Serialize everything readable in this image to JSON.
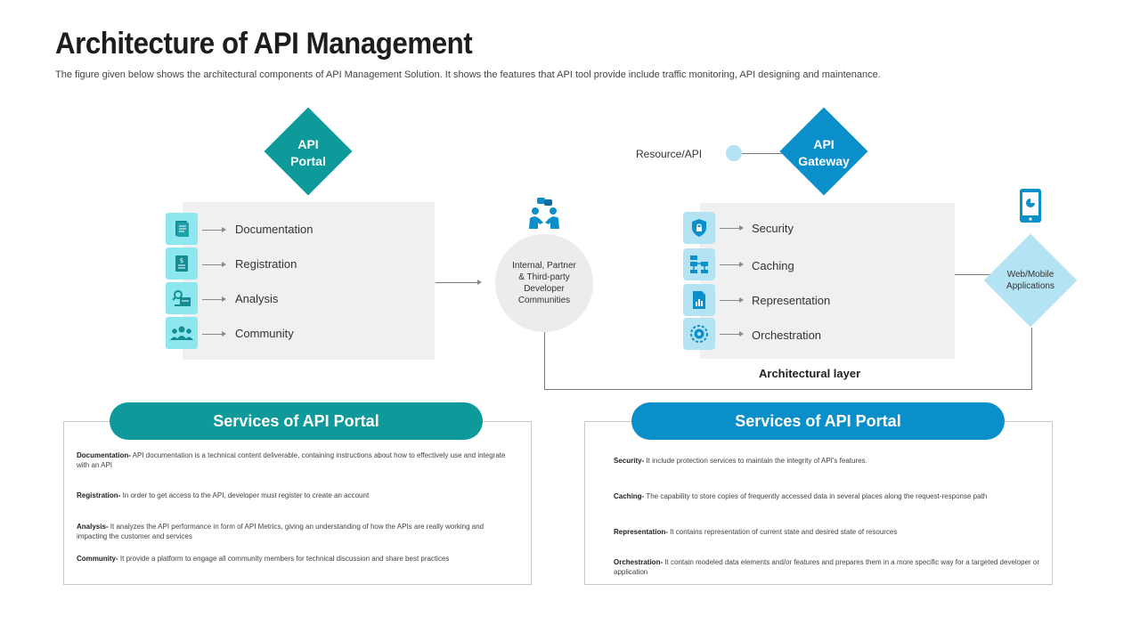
{
  "title": "Architecture of API Management",
  "subtitle": "The figure given below shows the architectural components of API Management Solution. It shows the features that API tool provide include traffic monitoring, API designing and maintenance.",
  "colors": {
    "teal": "#0e9a9a",
    "blue": "#0a8fca",
    "light_teal": "#8ee6ee",
    "light_blue": "#b4e3f3",
    "panel": "#f0f0f0"
  },
  "portal": {
    "diamond_label_1": "API",
    "diamond_label_2": "Portal",
    "items": [
      {
        "label": "Documentation",
        "icon": "document-icon"
      },
      {
        "label": "Registration",
        "icon": "registration-icon"
      },
      {
        "label": "Analysis",
        "icon": "analysis-icon"
      },
      {
        "label": "Community",
        "icon": "community-icon"
      }
    ]
  },
  "center": {
    "icon": "developers-chat-icon",
    "label": "Internal, Partner & Third-party Developer Communities"
  },
  "gateway": {
    "diamond_label_1": "API",
    "diamond_label_2": "Gateway",
    "resource_label": "Resource/API",
    "items": [
      {
        "label": "Security",
        "icon": "shield-lock-icon"
      },
      {
        "label": "Caching",
        "icon": "caching-icon"
      },
      {
        "label": "Representation",
        "icon": "report-icon"
      },
      {
        "label": "Orchestration",
        "icon": "gear-icon"
      }
    ],
    "layer_label": "Architectural layer"
  },
  "apps": {
    "icon": "mobile-icon",
    "label": "Web/Mobile Applications"
  },
  "services_left": {
    "heading": "Services of API Portal",
    "entries": [
      {
        "term": "Documentation-",
        "text": " API documentation is a technical content deliverable,  containing instructions about how to effectively use and integrate  with an API"
      },
      {
        "term": "Registration-",
        "text": " In order to get access  to the API, developer must register  to create  an account"
      },
      {
        "term": "Analysis-",
        "text": " It analyzes  the API performance in form of API Metrics,  giving an understanding of how the APIs  are really working and impacting the customer  and services"
      },
      {
        "term": "Community-",
        "text": " It provide a platform to engage  all community members  for technical discussion and share best  practices"
      }
    ]
  },
  "services_right": {
    "heading": "Services of API Portal",
    "entries": [
      {
        "term": "Security-",
        "text": " It include protection services  to maintain the integrity  of API's features."
      },
      {
        "term": "Caching-",
        "text": "  The capability to store copies of frequently accessed  data in several  places along the request-response path"
      },
      {
        "term": "Representation-",
        "text": " It contains representation  of current state  and desired state  of resources"
      },
      {
        "term": "Orchestration-",
        "text": " It contain modeled data elements  and/or features  and prepares them in a more specific way for a targeted  developer or application"
      }
    ]
  }
}
